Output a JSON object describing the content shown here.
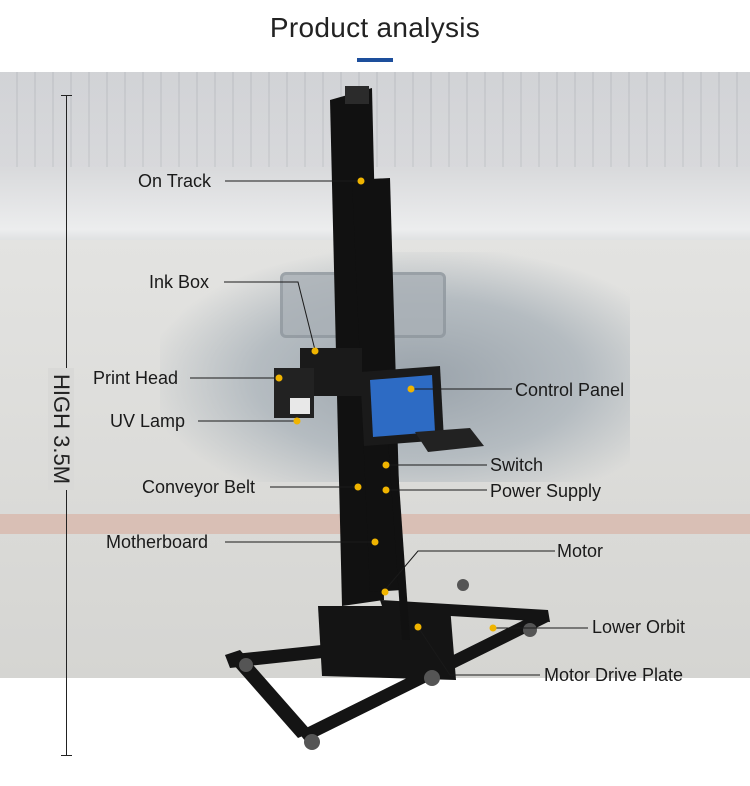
{
  "title": "Product analysis",
  "scale_label": "HIGH 3.5M",
  "labels": {
    "on_track": "On Track",
    "ink_box": "Ink Box",
    "print_head": "Print Head",
    "uv_lamp": "UV Lamp",
    "conveyor_belt": "Conveyor Belt",
    "motherboard": "Motherboard",
    "control_panel": "Control Panel",
    "switch": "Switch",
    "power_supply": "Power Supply",
    "motor": "Motor",
    "lower_orbit": "Lower Orbit",
    "motor_drive_plate": "Motor Drive Plate"
  },
  "colors": {
    "accent": "#1d4f9c",
    "marker": "#f0b400",
    "frame": "#141414"
  }
}
